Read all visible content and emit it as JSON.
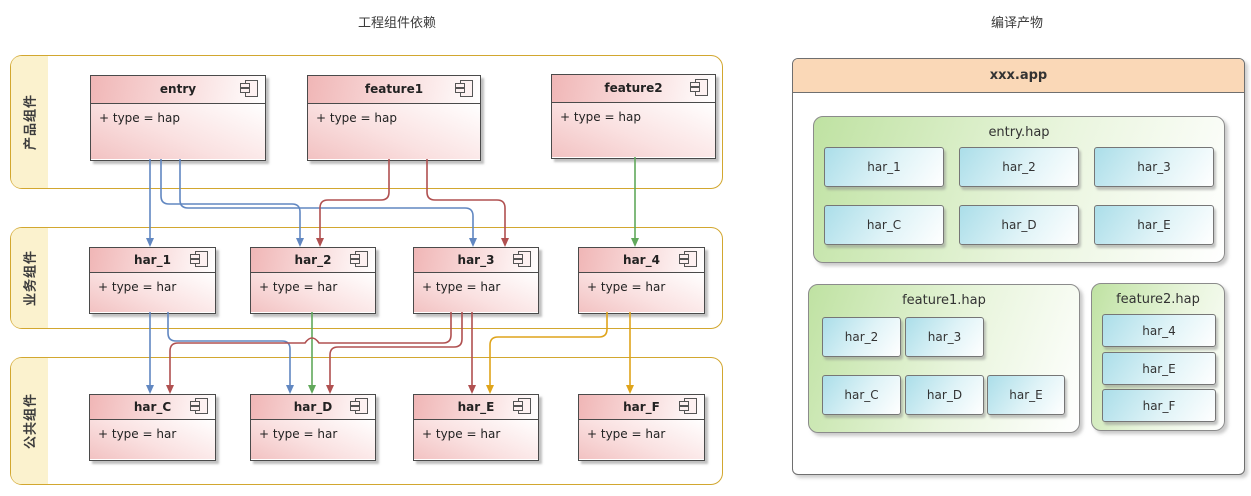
{
  "titles": {
    "left": "工程组件依赖",
    "right": "编译产物"
  },
  "left_diagram": {
    "lanes": [
      {
        "label": "产品组件"
      },
      {
        "label": "业务组件"
      },
      {
        "label": "公共组件"
      }
    ],
    "components": [
      {
        "name": "entry",
        "attr": "+ type = hap"
      },
      {
        "name": "feature1",
        "attr": "+ type = hap"
      },
      {
        "name": "feature2",
        "attr": "+ type = hap"
      },
      {
        "name": "har_1",
        "attr": "+ type = har"
      },
      {
        "name": "har_2",
        "attr": "+ type = har"
      },
      {
        "name": "har_3",
        "attr": "+ type = har"
      },
      {
        "name": "har_4",
        "attr": "+ type = har"
      },
      {
        "name": "har_C",
        "attr": "+ type = har"
      },
      {
        "name": "har_D",
        "attr": "+ type = har"
      },
      {
        "name": "har_E",
        "attr": "+ type = har"
      },
      {
        "name": "har_F",
        "attr": "+ type = har"
      }
    ],
    "dependencies": [
      {
        "from": "entry",
        "to": "har_1",
        "color": "blue"
      },
      {
        "from": "entry",
        "to": "har_2",
        "color": "blue"
      },
      {
        "from": "entry",
        "to": "har_3",
        "color": "blue"
      },
      {
        "from": "feature1",
        "to": "har_2",
        "color": "red"
      },
      {
        "from": "feature1",
        "to": "har_3",
        "color": "red"
      },
      {
        "from": "feature2",
        "to": "har_4",
        "color": "green"
      },
      {
        "from": "har_1",
        "to": "har_C",
        "color": "blue"
      },
      {
        "from": "har_1",
        "to": "har_D",
        "color": "blue"
      },
      {
        "from": "har_2",
        "to": "har_D",
        "color": "green"
      },
      {
        "from": "har_3",
        "to": "har_C",
        "color": "red"
      },
      {
        "from": "har_3",
        "to": "har_D",
        "color": "red"
      },
      {
        "from": "har_3",
        "to": "har_E",
        "color": "red"
      },
      {
        "from": "har_4",
        "to": "har_E",
        "color": "yellow"
      },
      {
        "from": "har_4",
        "to": "har_F",
        "color": "yellow"
      }
    ]
  },
  "right_diagram": {
    "app_title": "xxx.app",
    "haps": [
      {
        "title": "entry.hap",
        "modules": [
          "har_1",
          "har_2",
          "har_3",
          "har_C",
          "har_D",
          "har_E"
        ]
      },
      {
        "title": "feature1.hap",
        "modules": [
          "har_2",
          "har_3",
          "har_C",
          "har_D",
          "har_E"
        ]
      },
      {
        "title": "feature2.hap",
        "modules": [
          "har_4",
          "har_E",
          "har_F"
        ]
      }
    ]
  },
  "colors": {
    "edge_blue": "#6187C1",
    "edge_red": "#B05050",
    "edge_green": "#61A85B",
    "edge_yellow": "#DFA41B",
    "lane_border": "#D2A72F",
    "lane_fill": "#FBF2CE",
    "app_header": "#FAD8B7",
    "component_pink": "#F2C2C2",
    "hap_green": "#BFE2A2",
    "module_cyan": "#ABDEE9"
  }
}
